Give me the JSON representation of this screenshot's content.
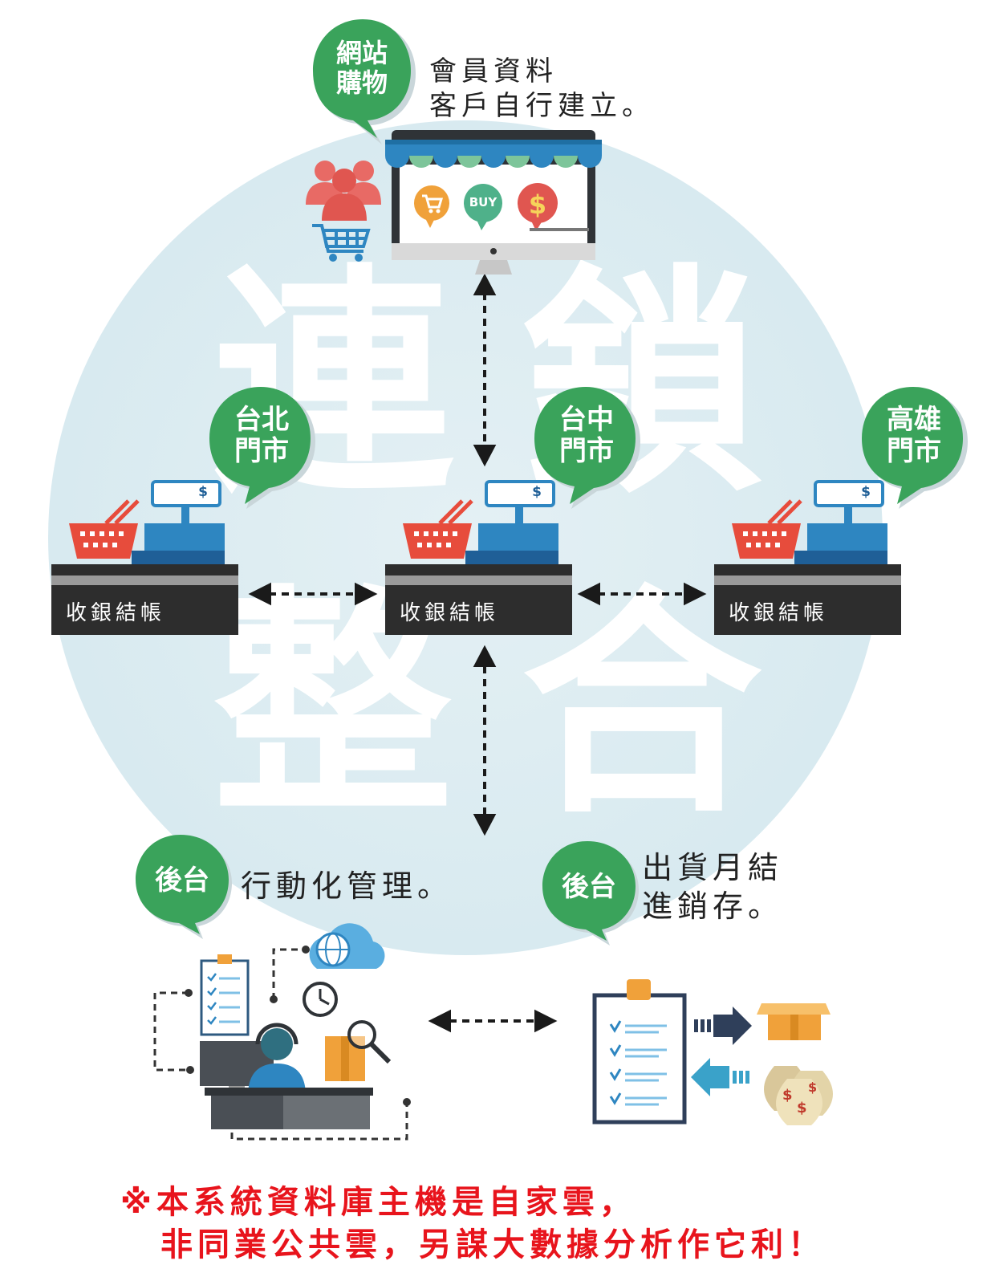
{
  "watermark": [
    "連",
    "鎖",
    "整",
    "合"
  ],
  "bubbles": {
    "web": [
      "網站",
      "購物"
    ],
    "taipei": [
      "台北",
      "門市"
    ],
    "taichung": [
      "台中",
      "門市"
    ],
    "kaohsiung": [
      "高雄",
      "門市"
    ],
    "backend_left": "後台",
    "backend_right": "後台"
  },
  "captions": {
    "web": [
      "會員資料",
      "客戶自行建立。"
    ],
    "backend_left": "行動化管理。",
    "backend_right": [
      "出貨月結",
      "進銷存。"
    ]
  },
  "counters": {
    "taipei": "收銀結帳",
    "taichung": "收銀結帳",
    "kaohsiung": "收銀結帳"
  },
  "screen_icons": {
    "buy": "BUY",
    "dollar": "$"
  },
  "register_symbol": "$",
  "note": [
    "※本系統資料庫主機是自家雲，",
    "非同業公共雲，另謀大數據分析作它利！"
  ],
  "colors": {
    "bubble_green": "#3aa35b",
    "note_red": "#e8141c",
    "counter_dark": "#2d2d2d",
    "register_blue": "#2e86c1",
    "basket_red": "#e74c3c"
  },
  "icons": [
    "people-icon",
    "shopping-cart-icon",
    "monitor-icon",
    "cash-register-icon",
    "basket-icon",
    "cloud-globe-icon",
    "clock-icon",
    "clipboard-icon",
    "operator-icon",
    "magnifier-icon",
    "box-icon",
    "money-bag-icon"
  ]
}
